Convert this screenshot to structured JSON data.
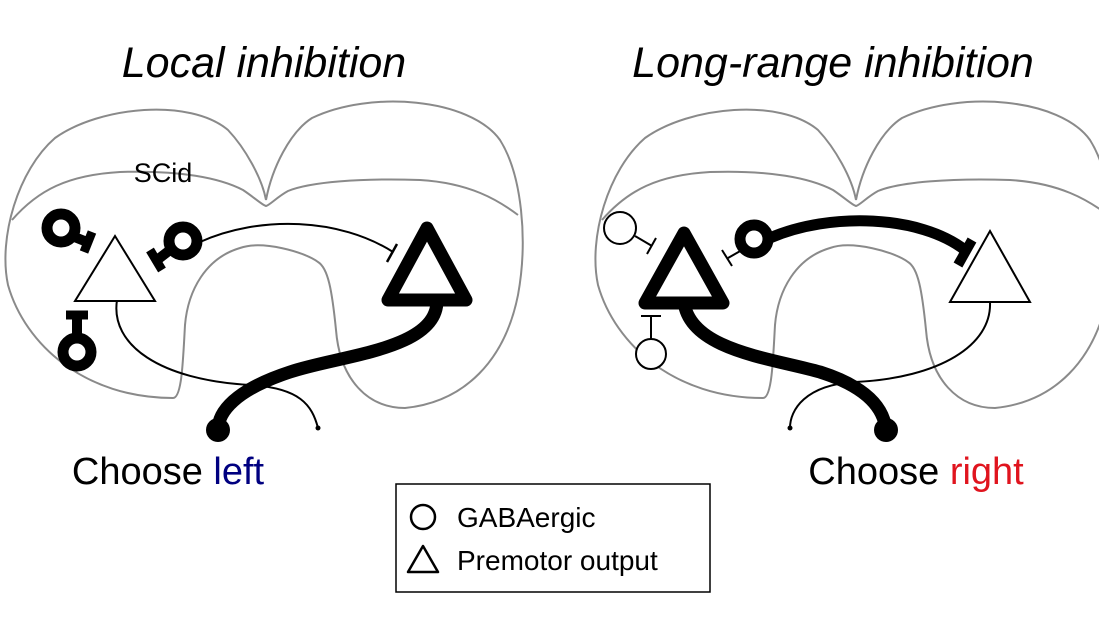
{
  "panels": {
    "left": {
      "title": "Local inhibition",
      "region_label": "SCid",
      "choice_prefix": "Choose ",
      "choice_word": "left",
      "choice_color": "#000080"
    },
    "right": {
      "title": "Long-range inhibition",
      "choice_prefix": "Choose ",
      "choice_word": "right",
      "choice_color": "#e0141e"
    }
  },
  "legend": {
    "gaba_label": "GABAergic",
    "gaba_icon": "circle-icon",
    "premotor_label": "Premotor output",
    "premotor_icon": "triangle-icon"
  },
  "colors": {
    "outline": "#8a8a8a",
    "ink": "#000000"
  }
}
